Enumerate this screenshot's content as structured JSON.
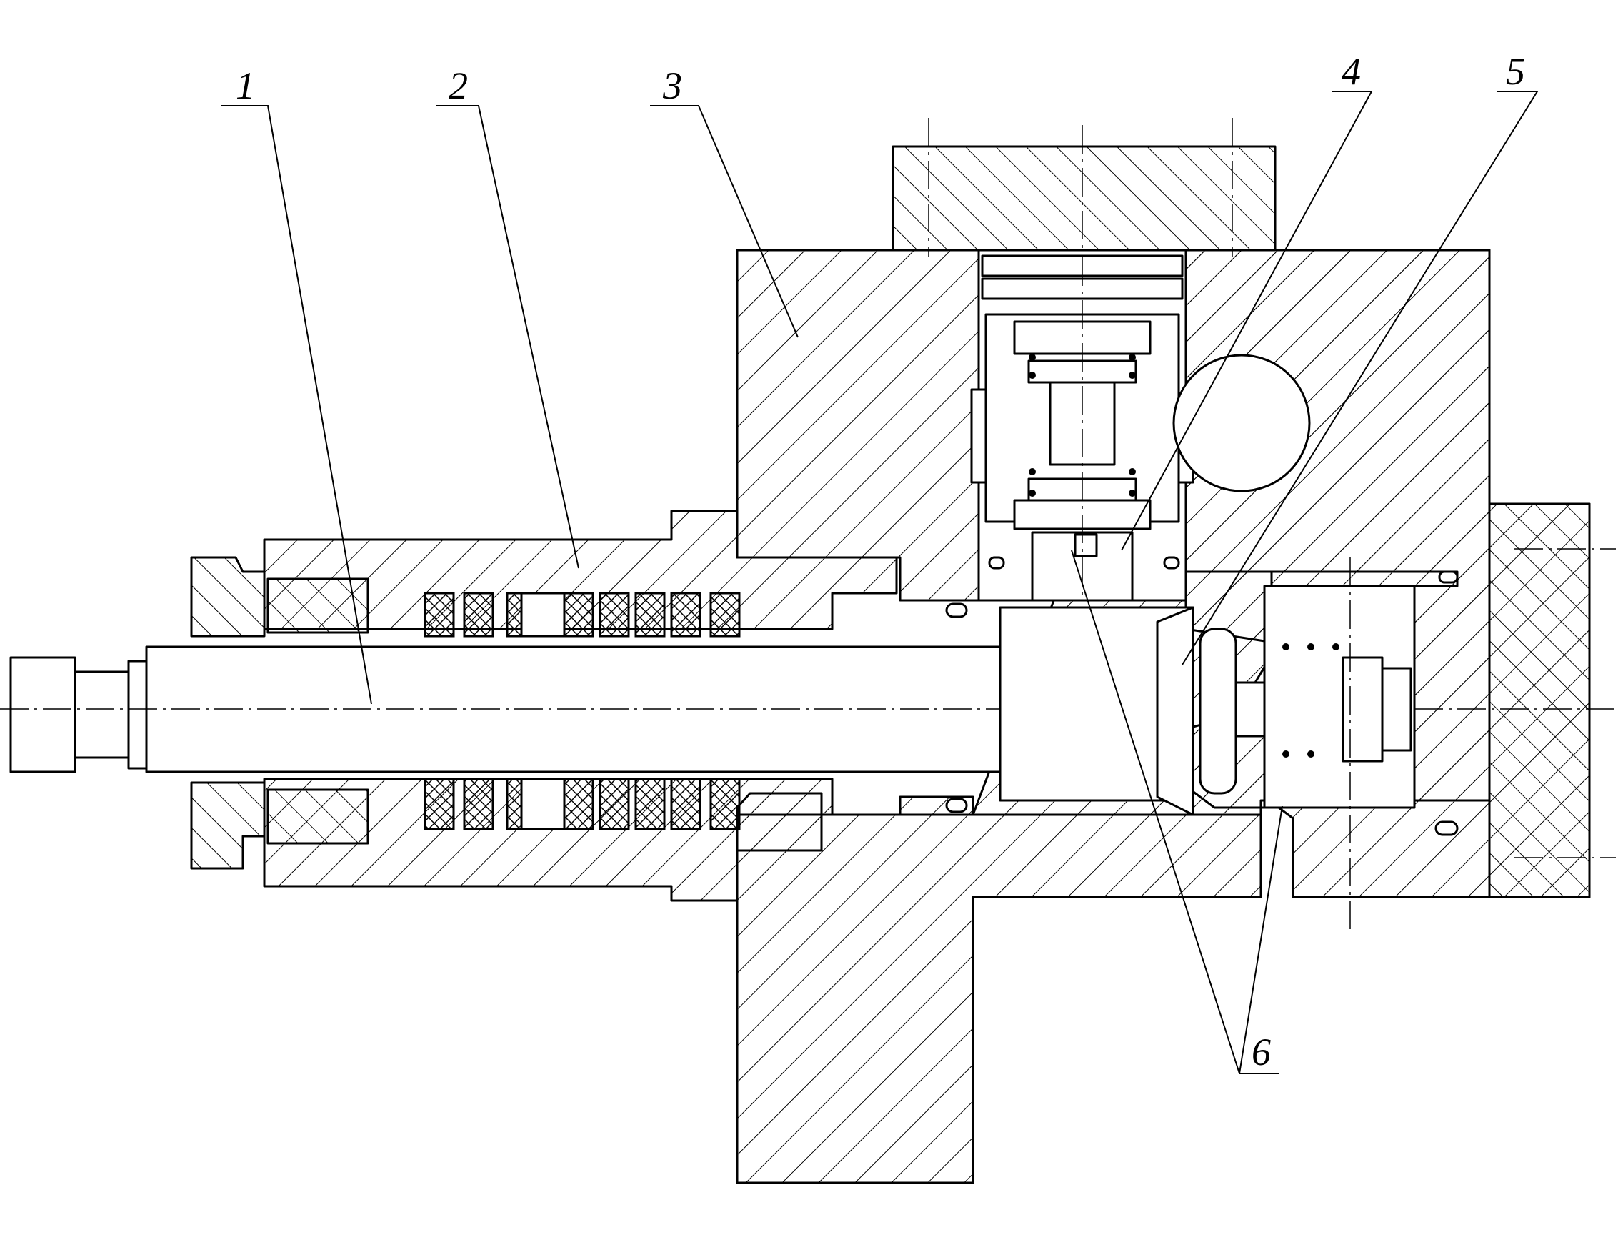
{
  "figure": {
    "type": "mechanical cross-section drawing",
    "callouts": [
      {
        "id": "1",
        "label": "1"
      },
      {
        "id": "2",
        "label": "2"
      },
      {
        "id": "3",
        "label": "3"
      },
      {
        "id": "4",
        "label": "4"
      },
      {
        "id": "5",
        "label": "5"
      },
      {
        "id": "6",
        "label": "6"
      }
    ]
  },
  "colors": {
    "ink": "#000000",
    "paper": "#ffffff"
  }
}
